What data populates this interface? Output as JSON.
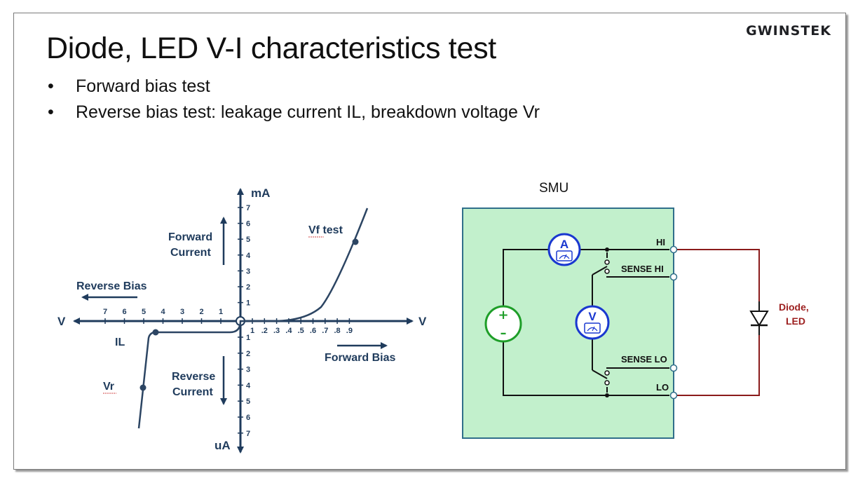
{
  "logo": "GWINSTEK",
  "title": "Diode, LED V-I characteristics test",
  "bullets": [
    "Forward bias test",
    "Reverse bias test: leakage current IL, breakdown voltage Vr"
  ],
  "graph": {
    "y_axis_top_label": "mA",
    "y_axis_bottom_label": "uA",
    "x_axis_left_label": "V",
    "x_axis_right_label": "V",
    "pos_y_ticks": [
      "7",
      "6",
      "5",
      "4",
      "3",
      "2",
      "1"
    ],
    "neg_y_ticks": [
      "1",
      "2",
      "3",
      "4",
      "5",
      "6",
      "7"
    ],
    "neg_x_ticks": [
      "7",
      "6",
      "5",
      "4",
      "3",
      "2",
      "1"
    ],
    "pos_x_ticks": [
      "1",
      ".2",
      ".3",
      ".4",
      ".5",
      ".6",
      ".7",
      ".8",
      ".9"
    ],
    "forward_current": [
      "Forward",
      "Current"
    ],
    "reverse_current": [
      "Reverse",
      "Current"
    ],
    "reverse_bias": "Reverse Bias",
    "forward_bias": "Forward Bias",
    "vf_test": "Vf test",
    "il": "IL",
    "vr": "Vr",
    "colors": {
      "axis": "#1f3b5c",
      "curve": "#2c4563"
    }
  },
  "circuit": {
    "smu_label": "SMU",
    "ammeter": "A",
    "voltmeter": "V",
    "source_plus": "+",
    "source_minus": "–",
    "terminals": {
      "hi": "HI",
      "sense_hi": "SENSE HI",
      "sense_lo": "SENSE LO",
      "lo": "LO"
    },
    "dut_label": [
      "Diode,",
      "LED"
    ],
    "colors": {
      "box_fill": "#c2f0cc",
      "box_border": "#2f6e8a",
      "meter": "#1a38d0",
      "source": "#1e9e28",
      "dut_wire": "#8b1b1b"
    }
  }
}
